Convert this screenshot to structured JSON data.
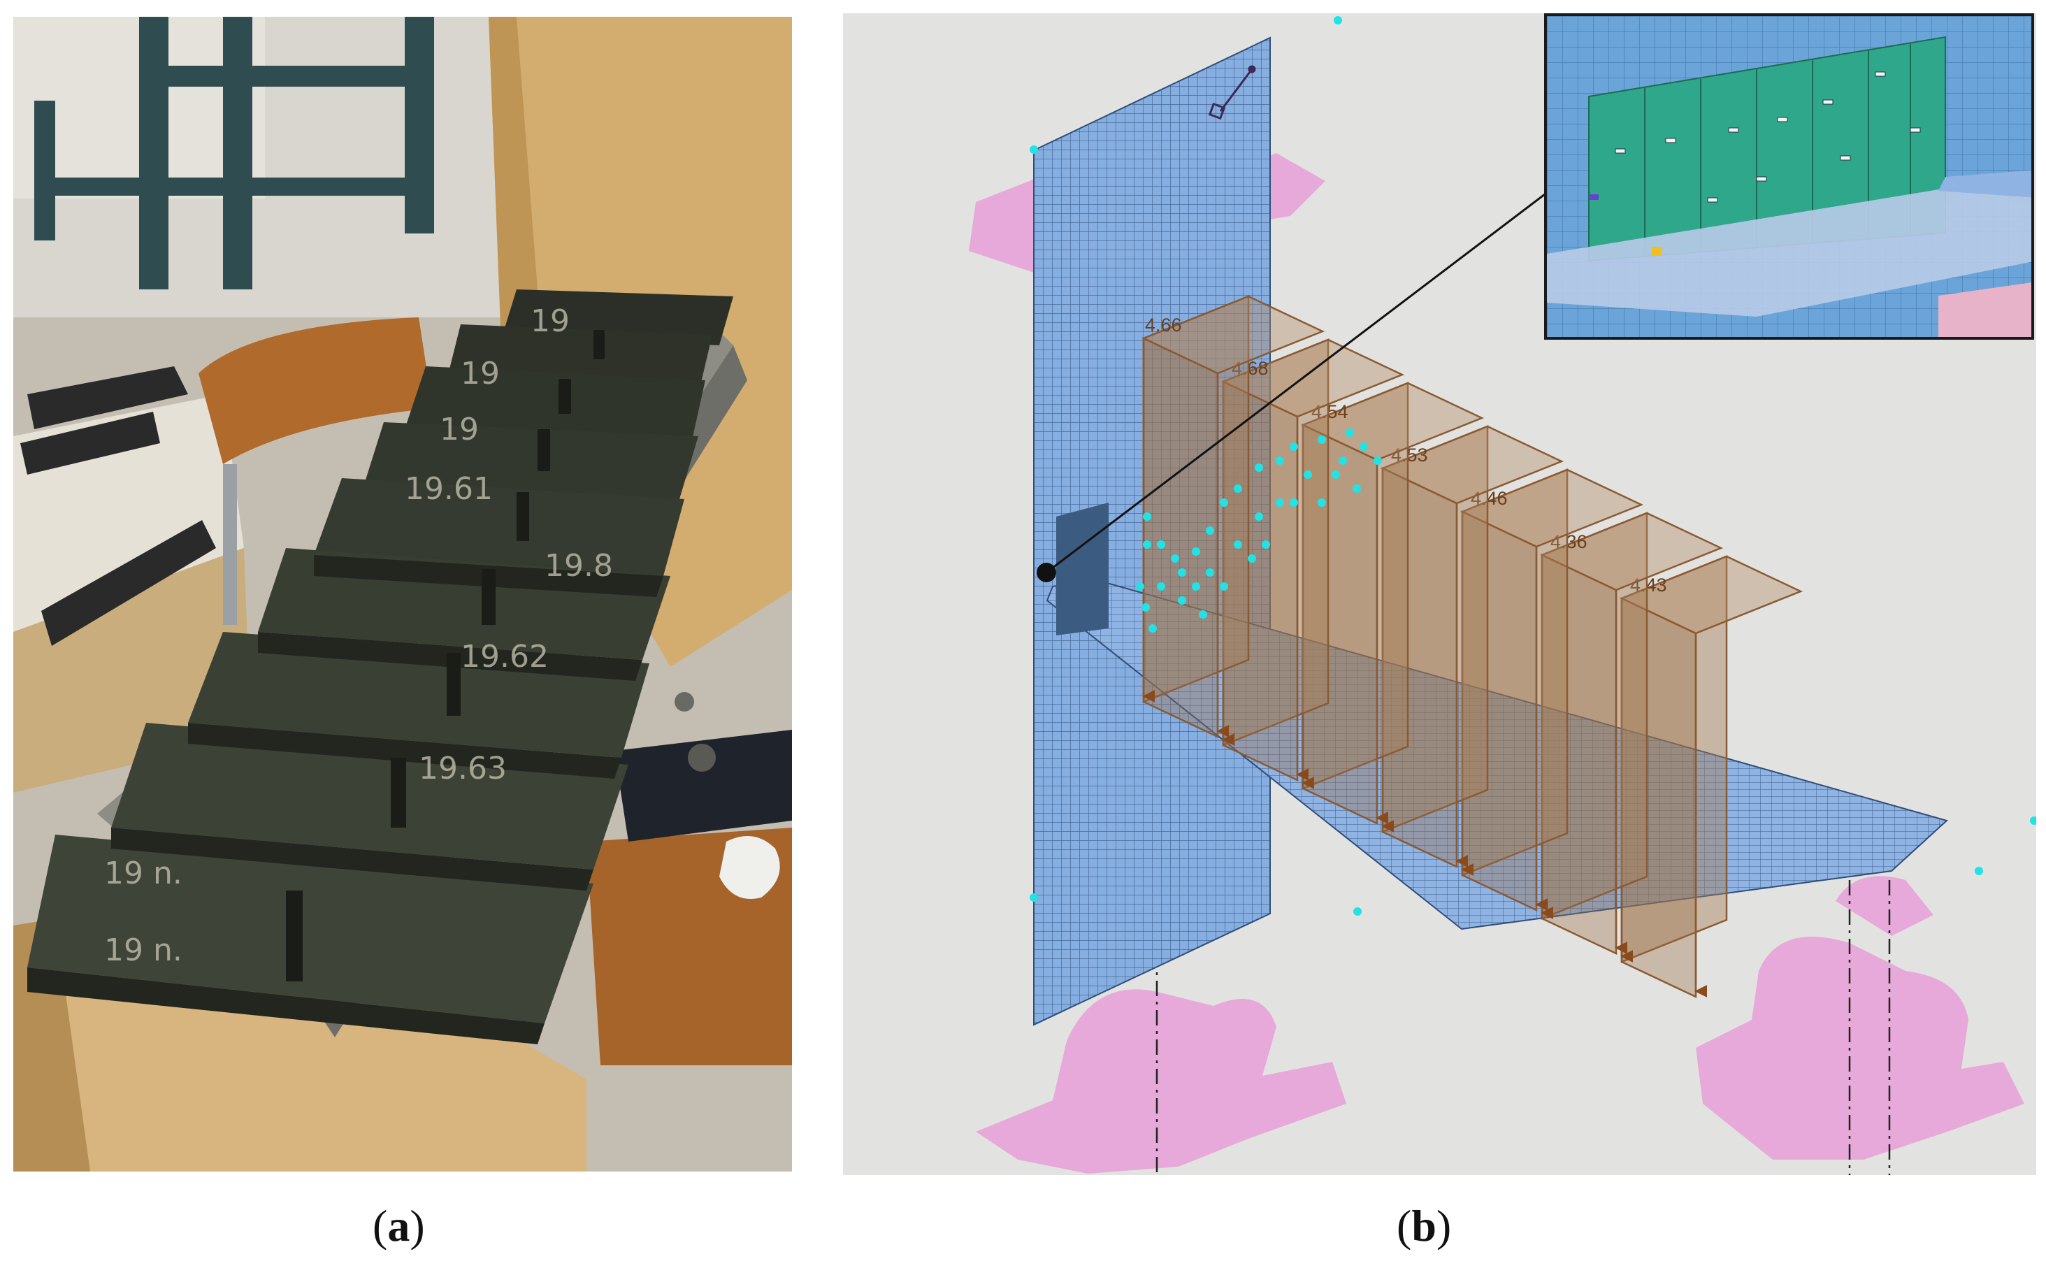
{
  "panels": {
    "a": {
      "caption_open": "(",
      "caption_letter": "a",
      "caption_close": ")",
      "weight_labels": [
        "19",
        "19",
        "19",
        "19.61",
        "19.8",
        "19.62",
        "19.63",
        "19 n.",
        "19 n."
      ]
    },
    "b": {
      "caption_open": "(",
      "caption_letter": "b",
      "caption_close": ")",
      "load_values": [
        "4.66",
        "4.68",
        "4.54",
        "4.53",
        "4.46",
        "4.36",
        "4.43"
      ]
    }
  },
  "colors": {
    "mesh_blue": "#87aee0",
    "load_brown": "#8a5a33",
    "support_pink": "#e7a9d9",
    "node_cyan": "#1fe3e6",
    "inset_green": "#2fa78a"
  }
}
